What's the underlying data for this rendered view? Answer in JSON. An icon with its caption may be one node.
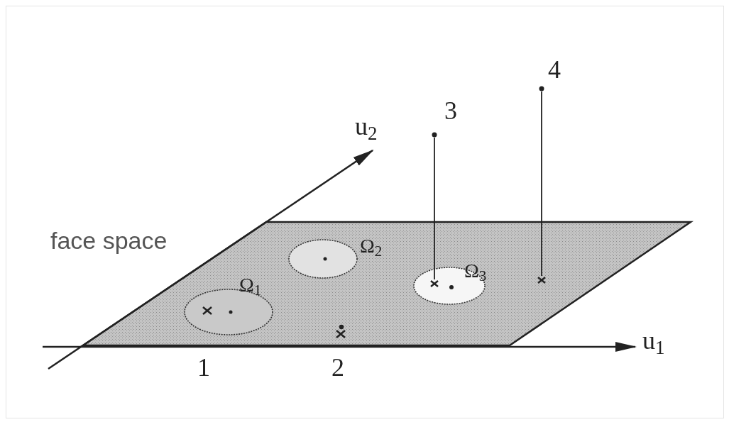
{
  "diagram": {
    "nodes": [
      {
        "text": [],
        "shape": "dot"
      },
      {
        "text": [],
        "shape": "dot"
      },
      {
        "text": [
          "face space"
        ]
      },
      {
        "text": [
          "Ω$_{1}$"
        ],
        "in": 2
      },
      {
        "text": [
          "Ω$_{2}$"
        ],
        "in": 2
      },
      {
        "text": [
          "Ω$_{3}$"
        ],
        "in": 2
      },
      {
        "text": [],
        "shape": "cross",
        "in": 5
      },
      {
        "text": [],
        "shape": "cross",
        "in": 2
      }
    ],
    "edges": [
      {
        "from": 0,
        "to": 6,
        "arrow": "none"
      },
      {
        "from": 1,
        "to": 7,
        "arrow": "none"
      }
    ],
    "labels": [
      "u$_{2}$",
      "3",
      "4",
      "u$_{1}$",
      "1",
      "2"
    ]
  }
}
